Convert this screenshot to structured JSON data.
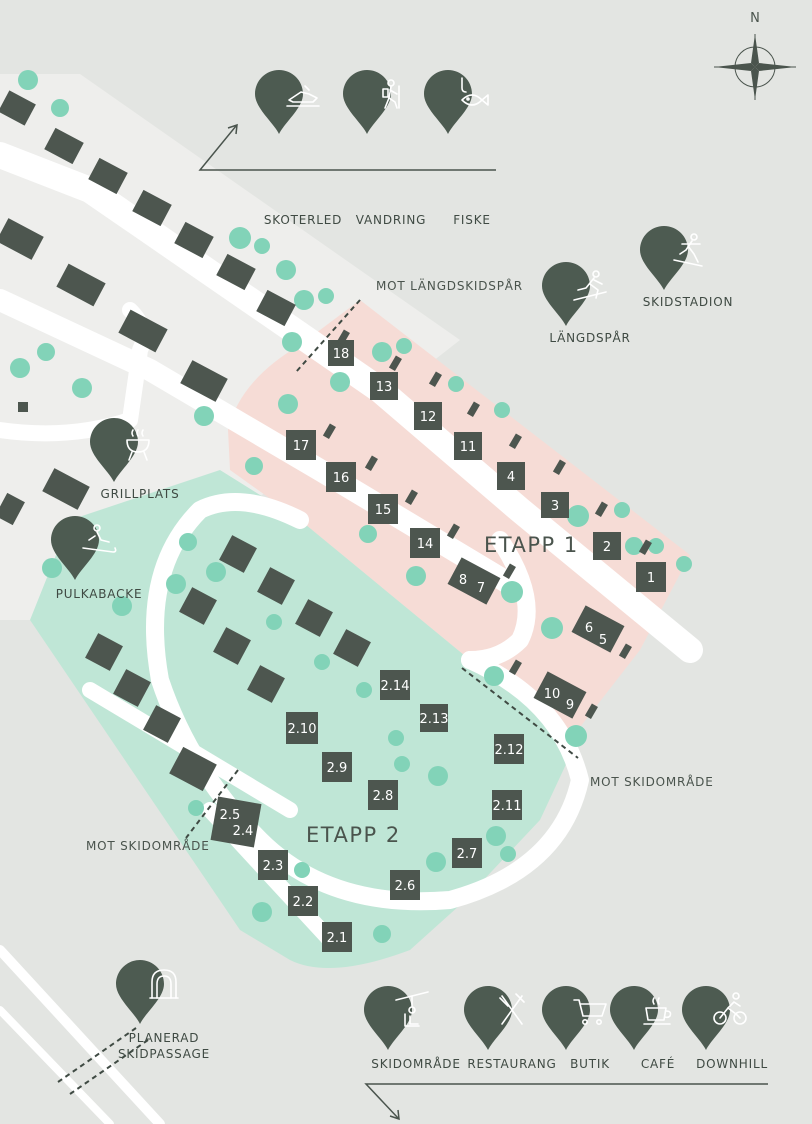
{
  "map": {
    "compass_letter": "N",
    "area_labels": {
      "etapp1": "ETAPP 1",
      "etapp2": "ETAPP 2"
    },
    "direction_labels": {
      "mot_langdskidspar": "MOT LÄNGDSKIDSPÅR",
      "mot_skidomrade_right": "MOT SKIDOMRÅDE",
      "mot_skidomrade_left": "MOT SKIDOMRÅDE"
    },
    "top_pins": [
      {
        "id": "skoterled",
        "label": "SKOTERLED",
        "icon": "snowmobile-icon"
      },
      {
        "id": "vandring",
        "label": "VANDRING",
        "icon": "hiker-icon"
      },
      {
        "id": "fiske",
        "label": "FISKE",
        "icon": "fish-hook-icon"
      }
    ],
    "ski_pins": [
      {
        "id": "langdspar",
        "label": "LÄNGDSPÅR",
        "icon": "cross-country-skier-icon"
      },
      {
        "id": "skidstadion",
        "label": "SKIDSTADION",
        "icon": "ski-stadium-skier-icon"
      }
    ],
    "left_pins": [
      {
        "id": "grillplats",
        "label": "GRILLPLATS",
        "icon": "grill-icon"
      },
      {
        "id": "pulkabacke",
        "label": "PULKABACKE",
        "icon": "sled-icon"
      }
    ],
    "passage_pin": {
      "label_line1": "PLANERAD",
      "label_line2": "SKIDPASSAGE",
      "icon": "tunnel-icon"
    },
    "bottom_pins": [
      {
        "id": "skidomrade",
        "label": "SKIDOMRÅDE",
        "icon": "ski-lift-icon"
      },
      {
        "id": "restaurang",
        "label": "RESTAURANG",
        "icon": "fork-knife-icon"
      },
      {
        "id": "butik",
        "label": "BUTIK",
        "icon": "shopping-cart-icon"
      },
      {
        "id": "cafe",
        "label": "CAFÉ",
        "icon": "coffee-cup-icon"
      },
      {
        "id": "downhill",
        "label": "DOWNHILL",
        "icon": "downhill-bike-icon"
      }
    ],
    "etapp1_plots": [
      "18",
      "13",
      "12",
      "11",
      "4",
      "3",
      "2",
      "1",
      "17",
      "16",
      "15",
      "14",
      "8",
      "7",
      "6",
      "5",
      "10",
      "9"
    ],
    "etapp2_plots": [
      "2.14",
      "2.13",
      "2.12",
      "2.11",
      "2.10",
      "2.9",
      "2.8",
      "2.7",
      "2.6",
      "2.5",
      "2.4",
      "2.3",
      "2.2",
      "2.1"
    ],
    "colors": {
      "background": "#e3e5e2",
      "existing_area": "#eeeeec",
      "etapp1_fill": "#f6dcd6",
      "etapp2_fill": "#bfe6d6",
      "road": "#ffffff",
      "house": "#4d564f",
      "tree": "#82d3b8",
      "pin": "#4d5b51"
    }
  }
}
